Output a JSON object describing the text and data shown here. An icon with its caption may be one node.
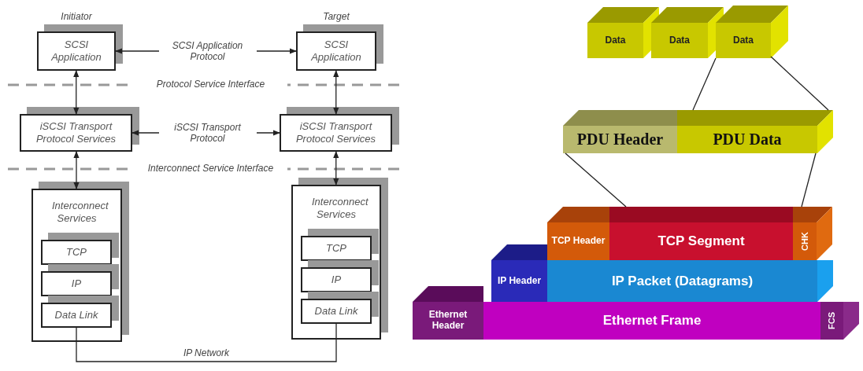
{
  "diagram": {
    "nodes": [
      {
        "text": [
          "Initiator",
          "SCSI Application"
        ]
      },
      {
        "text": [
          "Target",
          "SCSI Application"
        ]
      },
      {
        "text": [
          "iSCSI Transport Protocol Services"
        ]
      },
      {
        "text": [
          "iSCSI Transport Protocol Services"
        ]
      },
      {
        "text": [
          "Interconnect Services"
        ]
      },
      {
        "text": [
          "TCP"
        ],
        "in": 4
      },
      {
        "text": [
          "IP"
        ],
        "in": 4
      },
      {
        "text": [
          "Data Link"
        ],
        "in": 4
      },
      {
        "text": [
          "Interconnect Services"
        ]
      },
      {
        "text": [
          "TCP"
        ],
        "in": 8
      },
      {
        "text": [
          "IP"
        ],
        "in": 8
      },
      {
        "text": [
          "Data Link"
        ],
        "in": 8
      },
      {
        "text": [
          "Data"
        ]
      },
      {
        "text": [
          "Data"
        ]
      },
      {
        "text": [
          "Data"
        ]
      },
      {
        "text": [
          "PDU Header"
        ]
      },
      {
        "text": [
          "PDU Data"
        ]
      },
      {
        "text": [
          "TCP Header"
        ]
      },
      {
        "text": [
          "TCP Segment"
        ]
      },
      {
        "text": [
          "CHK"
        ]
      },
      {
        "text": [
          "IP Header"
        ]
      },
      {
        "text": [
          "IP Packet (Datagrams)"
        ]
      },
      {
        "text": [
          "Ethernet Header"
        ]
      },
      {
        "text": [
          "Ethernet Frame"
        ]
      },
      {
        "text": [
          "FCS"
        ]
      }
    ],
    "edges": [
      {
        "from": 0,
        "to": 1,
        "arrow": "both",
        "label": "SCSI Application Protocol"
      },
      {
        "from": 0,
        "to": 2,
        "arrow": "both"
      },
      {
        "from": 1,
        "to": 3,
        "arrow": "both"
      },
      {
        "from": 2,
        "to": 3,
        "arrow": "both",
        "label": "iSCSI Transport Protocol"
      },
      {
        "from": 2,
        "to": 4,
        "arrow": "both"
      },
      {
        "from": 3,
        "to": 8,
        "arrow": "both"
      },
      {
        "from": 7,
        "to": 11,
        "arrow": "none",
        "label": "IP Network"
      },
      {
        "from": 14,
        "to": 16,
        "arrow": "none"
      },
      {
        "from": 14,
        "to": 16,
        "arrow": "none"
      },
      {
        "from": 15,
        "to": 18,
        "arrow": "none"
      },
      {
        "from": 16,
        "to": 18,
        "arrow": "none"
      }
    ],
    "labels": [
      "Protocol Service Interface",
      "Interconnect Service Interface"
    ]
  }
}
